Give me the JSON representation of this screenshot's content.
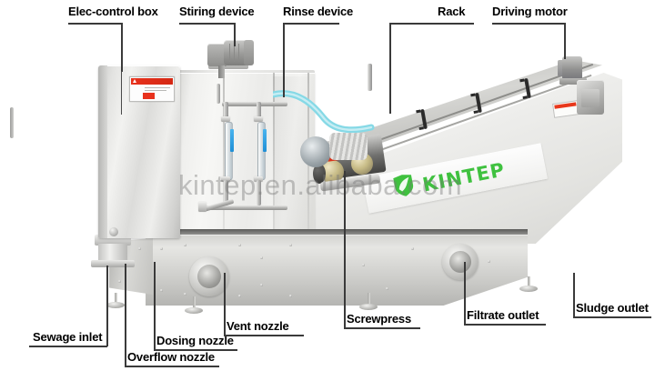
{
  "diagram": {
    "title": "Screw press sludge dewatering machine component callout diagram",
    "watermark": "kintep.en.alibaba.com",
    "brand": {
      "name": "KINTEP",
      "logo_icon": "leaf-shield-icon",
      "color": "#3fc13f"
    },
    "colors": {
      "label_text": "#000000",
      "leader_line": "#3a3a3a",
      "brand_green": "#3fc13f",
      "hose_cyan": "#7fd8e8",
      "warning_red": "#e8321d",
      "stainless_light": "#f2f2f0",
      "stainless_mid": "#c9c9c7",
      "stainless_dark": "#8f8f8d",
      "background": "#ffffff"
    },
    "callouts_top": [
      {
        "id": "elec-control-box",
        "label": "Elec-control box"
      },
      {
        "id": "stiring-device",
        "label": "Stiring device"
      },
      {
        "id": "rinse-device",
        "label": "Rinse device"
      },
      {
        "id": "rack",
        "label": "Rack"
      },
      {
        "id": "driving-motor",
        "label": "Driving motor"
      }
    ],
    "callouts_bottom": [
      {
        "id": "sewage-inlet",
        "label": "Sewage inlet"
      },
      {
        "id": "overflow-nozzle",
        "label": "Overflow nozzle"
      },
      {
        "id": "dosing-nozzle",
        "label": "Dosing nozzle"
      },
      {
        "id": "vent-nozzle",
        "label": "Vent nozzle"
      },
      {
        "id": "screwpress",
        "label": "Screwpress"
      },
      {
        "id": "filtrate-outlet",
        "label": "Filtrate outlet"
      },
      {
        "id": "sludge-outlet",
        "label": "Sludge outlet"
      }
    ],
    "machine_parts": [
      "electrical-control-cabinet",
      "warning-plate",
      "flocculation-mixing-tank",
      "stirring-gearmotor",
      "rinse-piping-loop",
      "sight-glass-tubes",
      "cyan-rinse-hose",
      "inclined-screw-press-drum",
      "rack-handle-slots",
      "driving-gearmotor",
      "base-frame",
      "flange-ports",
      "adjustable-feet"
    ]
  }
}
